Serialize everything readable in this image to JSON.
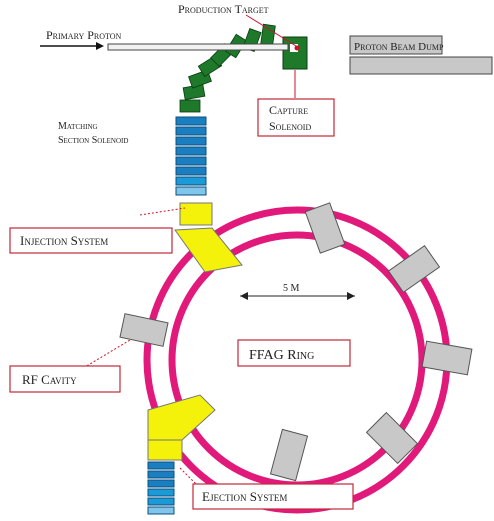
{
  "labels": {
    "production_target": "Production Target",
    "primary_proton": "Primary Proton",
    "proton_beam_dump": "Proton Beam Dump",
    "capture_solenoid_line1": "Capture",
    "capture_solenoid_line2": "Solenoid",
    "matching_line1": "Matching",
    "matching_line2": "Section Solenoid",
    "injection_system": "Injection System",
    "scale": "5 M",
    "ring": "FFAG Ring",
    "rf_cavity": "RF Cavity",
    "ejection_system": "Ejection System"
  },
  "colors": {
    "ring": "#e0197a",
    "solenoid_green": "#1e7a2a",
    "solenoid_blue": "#1a7fc0",
    "yellow": "#f4f20a",
    "gray": "#c8c8c8",
    "label_border": "#c0283a"
  }
}
